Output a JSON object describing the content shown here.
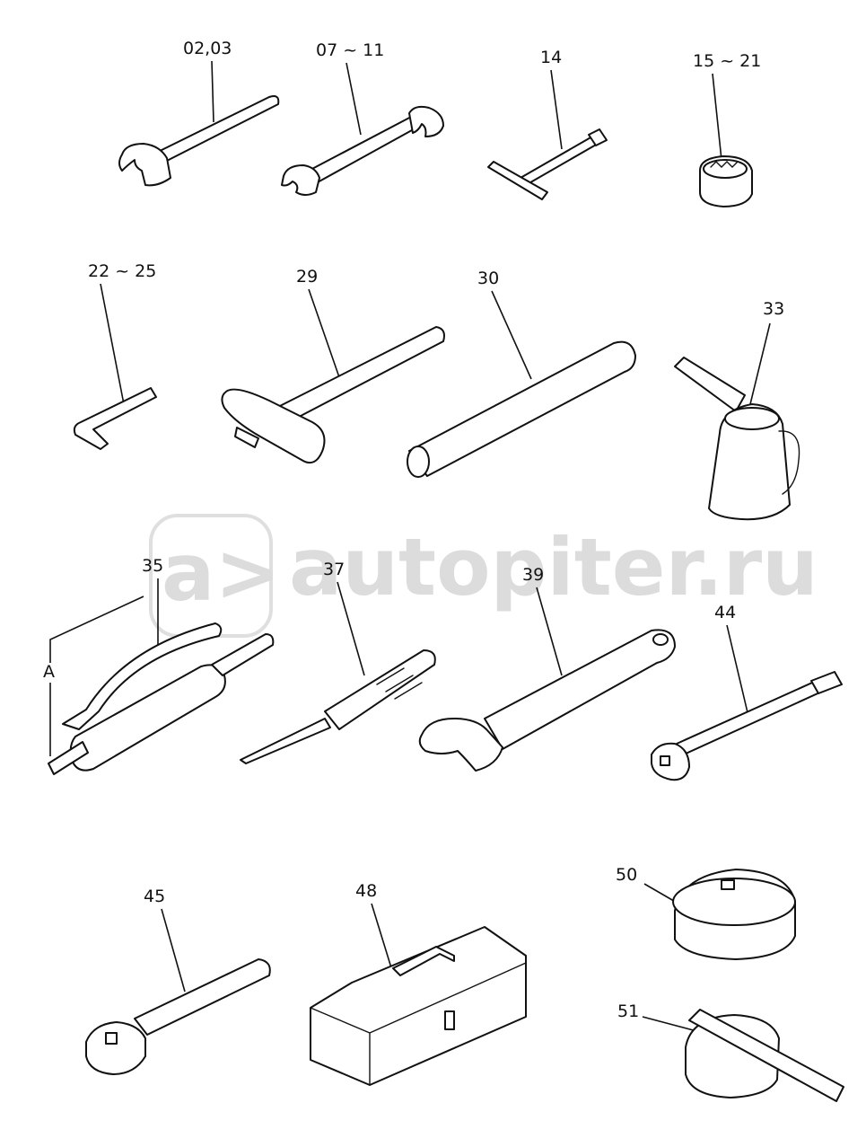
{
  "watermark": {
    "logo_text": "a>",
    "site_text": "autopiter.ru",
    "color": "#d9d9d9"
  },
  "labels": {
    "p02_03": "02,03",
    "p07_11": "07 ~ 11",
    "p14": "14",
    "p15_21": "15 ~ 21",
    "p22_25": "22 ~ 25",
    "p29": "29",
    "p30": "30",
    "p33": "33",
    "p35": "35",
    "pA": "A",
    "p37": "37",
    "p39": "39",
    "p44": "44",
    "p45": "45",
    "p48": "48",
    "p50": "50",
    "p51": "51"
  },
  "colors": {
    "ink": "#111111",
    "background": "#ffffff"
  }
}
